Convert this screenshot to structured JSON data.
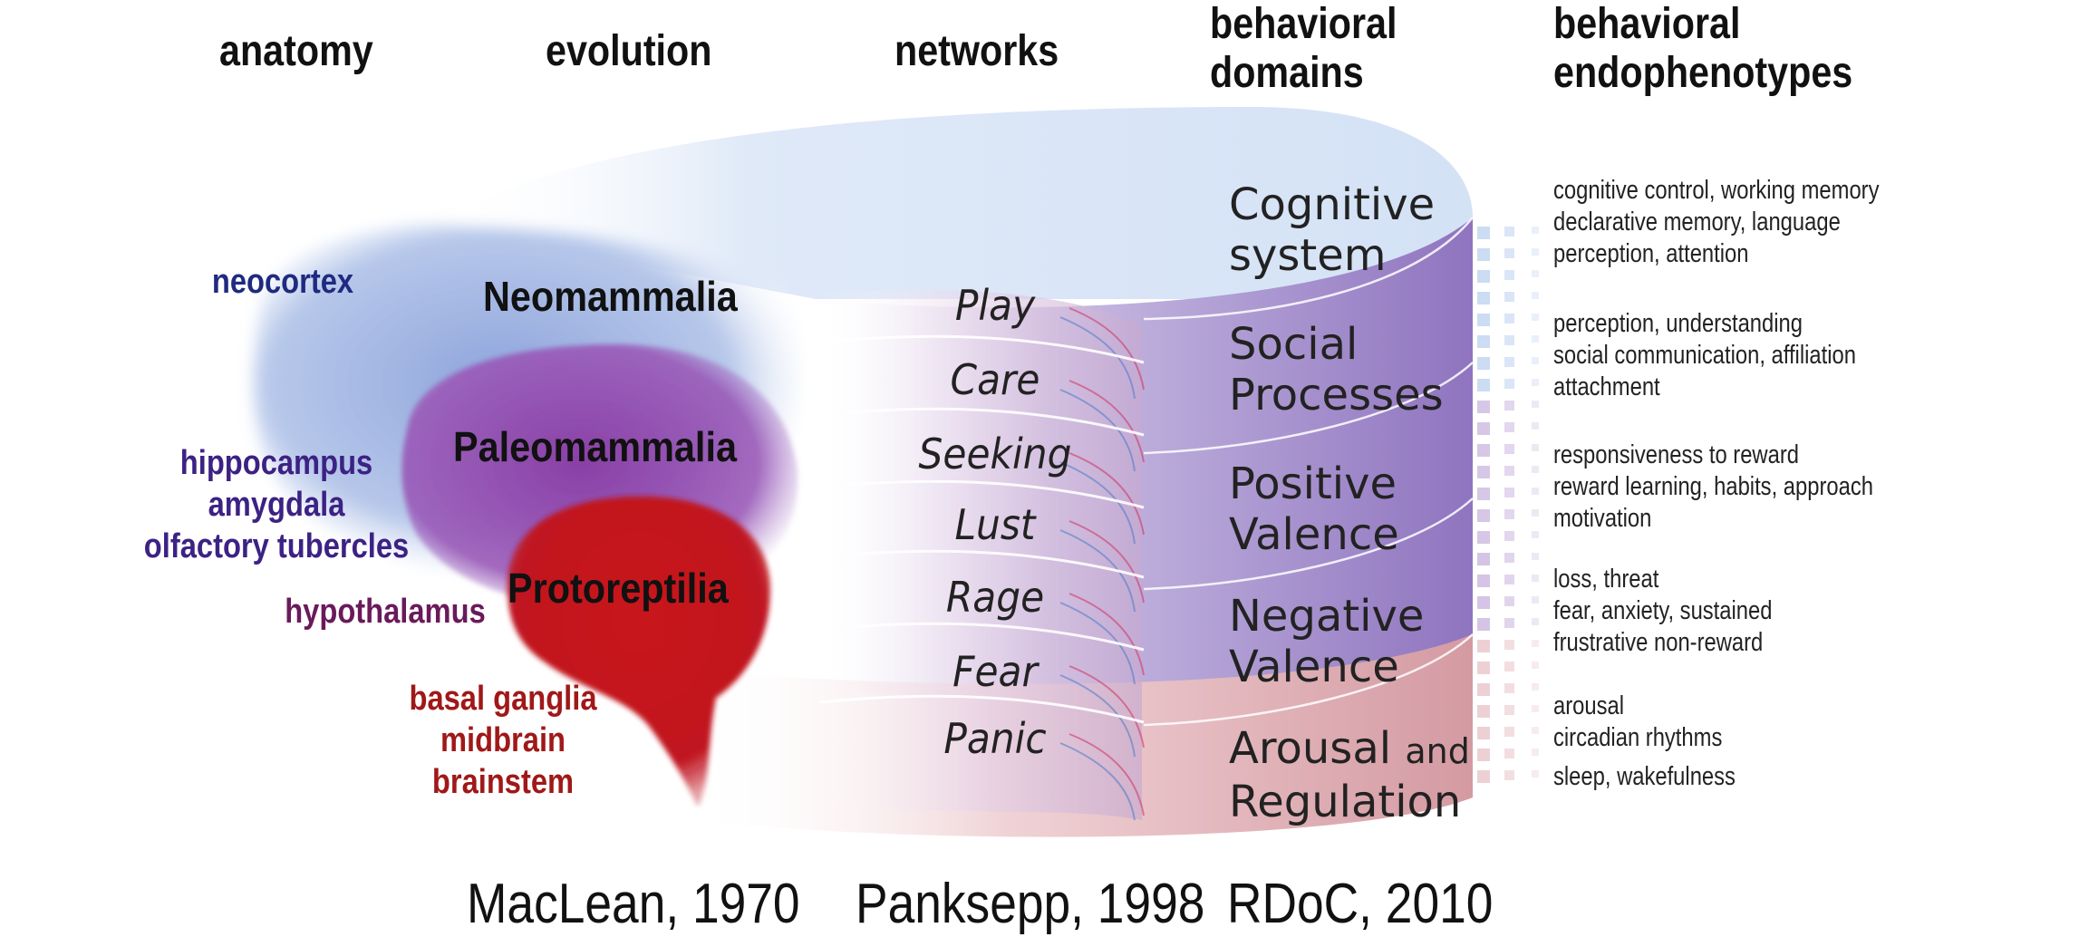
{
  "headers": {
    "anatomy": "anatomy",
    "evolution": "evolution",
    "networks": "networks",
    "behavioral_domains": [
      "behavioral",
      "domains"
    ],
    "behavioral_endophenotypes": [
      "behavioral",
      "endophenotypes"
    ]
  },
  "anatomy": {
    "neocortex": "neocortex",
    "limbic": [
      "hippocampus",
      "amygdala",
      "olfactory tubercles"
    ],
    "hypothalamus": "hypothalamus",
    "basal": [
      "basal ganglia",
      "midbrain",
      "brainstem"
    ]
  },
  "evolution": {
    "levels": [
      "Neomammalia",
      "Paleomammalia",
      "Protoreptilia"
    ]
  },
  "networks": {
    "items": [
      "Play",
      "Care",
      "Seeking",
      "Lust",
      "Rage",
      "Fear",
      "Panic"
    ]
  },
  "domains": [
    {
      "line1": "Cognitive",
      "line2": "system",
      "extra": ""
    },
    {
      "line1": "Social",
      "line2": "Processes",
      "extra": ""
    },
    {
      "line1": "Positive",
      "line2": "Valence",
      "extra": ""
    },
    {
      "line1": "Negative",
      "line2": "Valence",
      "extra": ""
    },
    {
      "line1": "Arousal",
      "line2": "Regulation",
      "extra": "and"
    }
  ],
  "endophenotypes": [
    [
      "cognitive control, working memory",
      "declarative memory, language",
      "perception, attention"
    ],
    [
      "perception, understanding",
      "social communication, affiliation",
      "attachment"
    ],
    [
      "responsiveness to reward",
      "reward learning, habits, approach",
      "motivation"
    ],
    [
      "loss, threat",
      "fear, anxiety, sustained",
      "frustrative non-reward"
    ],
    [
      "arousal",
      "circadian rhythms",
      "sleep, wakefulness"
    ]
  ],
  "citations": {
    "evolution": "MacLean, 1970",
    "networks": "Panksepp, 1998",
    "domains": "RDoC, 2010"
  },
  "colors": {
    "neocortex": "#8fa6dc",
    "paleo": "#8a4fb0",
    "proto": "#c01520",
    "cylinder_top": "#dde8f8",
    "cylinder_side": "#9d86c8",
    "arousal_band": "#d9a5ac",
    "neocortex_text": "#1f2a80",
    "limbic_text": "#3c2284",
    "hypothalamus_text": "#6a1a5a",
    "basal_text": "#a01818"
  }
}
